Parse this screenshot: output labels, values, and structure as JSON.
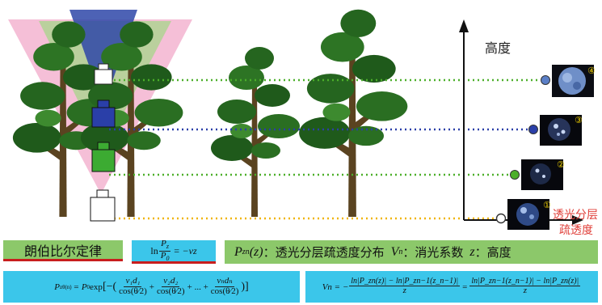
{
  "axis": {
    "y_label": "高度"
  },
  "layer_markers": [
    "①",
    "②",
    "③",
    "④"
  ],
  "layer_colors": {
    "level1": "#f0b400",
    "level2": "#4caf2a",
    "level3": "#2a3fa8",
    "level4": "#4caf2a"
  },
  "side_label": {
    "line1": "透光分层",
    "line2": "疏透度"
  },
  "law": {
    "title": "朗伯比尔定律",
    "formula": {
      "ln": "ln",
      "num": "P",
      "num_sub": "z",
      "den": "P",
      "den_sub": "0",
      "rhs": "= −vz"
    }
  },
  "definition": {
    "p_symbol": "P",
    "p_sub": "zn",
    "p_arg": "(z)",
    "p_text": "：透光分层疏透度分布",
    "v_symbol": "V",
    "v_sub": "n",
    "v_text": "：消光系数",
    "z_symbol": "z",
    "z_text": "：高度"
  },
  "formula_left": {
    "lhs": "P",
    "lhs_sub": "zθ(n)",
    "eq": "= P",
    "p0_sub": "0",
    "exp": " exp",
    "open": "[−(",
    "t1_num": "v₁d₁",
    "t2_num": "v₂d₂",
    "tn_num": "vₙdₙ",
    "cos": "cos(θ⁄2)",
    "plus": "+",
    "dots": "+ ... +",
    "close": ")]"
  },
  "formula_right": {
    "lhs": "Vn = −",
    "num1": "ln|P_zn(z)| − ln|P_zn−1(z_n−1)|",
    "eq2": "=",
    "num2": "ln|P_zn−1(z_n−1)| − ln|P_zn(z)|",
    "den": "z"
  }
}
